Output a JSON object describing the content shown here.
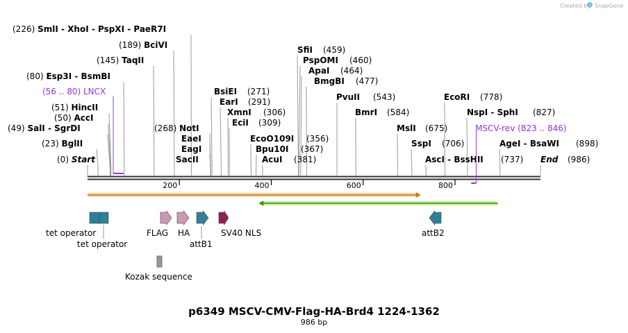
{
  "header": {
    "credit": "Created by",
    "brand": "SnapGene"
  },
  "plasmid": {
    "name": "p6349 MSCV-CMV-Flag-HA-Brd4 1224-1362",
    "size_label": "986 bp",
    "length": 986
  },
  "colors": {
    "backbone": "#333333",
    "site_line": "#999999",
    "primer": "#9b30d9",
    "arrow_orange_fill": "#f7d8a6",
    "arrow_orange_stroke": "#c8711a",
    "arrow_green_fill": "#c4ec96",
    "arrow_green_stroke": "#3d8d1a",
    "feature_teal": "#2e7f9a",
    "feature_pink": "#cb98b5",
    "feature_maroon": "#8b2252",
    "feature_grey": "#8e99a3"
  },
  "scale": {
    "ticks": [
      "200",
      "400",
      "600",
      "800"
    ]
  },
  "sites": [
    {
      "name": "Start",
      "pos": "(0)",
      "pos_first": true,
      "italic": true,
      "bp": 0
    },
    {
      "name": "BglII",
      "pos": "(23)",
      "pos_first": true,
      "bp": 23
    },
    {
      "name": "SalI - SgrDI",
      "pos": "(49)",
      "pos_first": true,
      "bp": 49
    },
    {
      "name": "AccI",
      "pos": "(50)",
      "pos_first": true,
      "bp": 50
    },
    {
      "name": "HincII",
      "pos": "(51)",
      "pos_first": true,
      "bp": 51
    },
    {
      "name": "Esp3I - BsmBI",
      "pos": "(80)",
      "pos_first": true,
      "bp": 80
    },
    {
      "name": "TaqII",
      "pos": "(145)",
      "pos_first": true,
      "bp": 145
    },
    {
      "name": "BciVI",
      "pos": "(189)",
      "pos_first": true,
      "bp": 189
    },
    {
      "name": "SmlI - XhoI - PspXI - PaeR7I",
      "pos": "(226)",
      "pos_first": true,
      "bp": 226
    },
    {
      "name": "NotI",
      "pos": "(268)",
      "pos_first": true,
      "bp": 268
    },
    {
      "name": "EaeI",
      "pos": "",
      "bp": 268
    },
    {
      "name": "EagI",
      "pos": "",
      "bp": 268
    },
    {
      "name": "SacII",
      "pos": "",
      "bp": 268
    },
    {
      "name": "BsiEI",
      "pos": "(271)",
      "bp": 271
    },
    {
      "name": "EarI",
      "pos": "(291)",
      "bp": 291
    },
    {
      "name": "XmnI",
      "pos": "(306)",
      "bp": 306
    },
    {
      "name": "EciI",
      "pos": "(309)",
      "bp": 309
    },
    {
      "name": "EcoO109I",
      "pos": "(356)",
      "bp": 356
    },
    {
      "name": "Bpu10I",
      "pos": "(367)",
      "bp": 367
    },
    {
      "name": "AcuI",
      "pos": "(381)",
      "bp": 381
    },
    {
      "name": "SfiI",
      "pos": "(459)",
      "bp": 459
    },
    {
      "name": "PspOMI",
      "pos": "(460)",
      "bp": 460
    },
    {
      "name": "ApaI",
      "pos": "(464)",
      "bp": 464
    },
    {
      "name": "BmgBI",
      "pos": "(477)",
      "bp": 477
    },
    {
      "name": "PvuII",
      "pos": "(543)",
      "bp": 543
    },
    {
      "name": "BmrI",
      "pos": "(584)",
      "bp": 584
    },
    {
      "name": "MslI",
      "pos": "(675)",
      "bp": 675
    },
    {
      "name": "SspI",
      "pos": "(706)",
      "bp": 706
    },
    {
      "name": "AscI - BssHII",
      "pos": "(737)",
      "bp": 737
    },
    {
      "name": "EcoRI",
      "pos": "(778)",
      "bp": 778
    },
    {
      "name": "NspI - SphI",
      "pos": "(827)",
      "bp": 827
    },
    {
      "name": "AgeI - BsaWI",
      "pos": "(898)",
      "bp": 898
    },
    {
      "name": "End",
      "pos": "(986)",
      "italic": true,
      "bp": 986
    }
  ],
  "primers": [
    {
      "label": "(56 .. 80)  LNCX",
      "start": 56,
      "end": 80,
      "strand": "top"
    },
    {
      "label": "MSCV-rev  (823 .. 846)",
      "start": 823,
      "end": 846,
      "strand": "bottom"
    }
  ],
  "arrows": [
    {
      "start": 0,
      "end": 724,
      "dir": "right",
      "color": "orange"
    },
    {
      "start": 374,
      "end": 893,
      "dir": "left",
      "color": "green"
    }
  ],
  "features": [
    {
      "label": "tet operator",
      "type": "box",
      "color": "teal",
      "bp": 3
    },
    {
      "label": "tet operator",
      "type": "box",
      "color": "teal",
      "bp": 24
    },
    {
      "label": "FLAG",
      "type": "arrow-right",
      "color": "pink",
      "bp": 158
    },
    {
      "label": "HA",
      "type": "arrow-right",
      "color": "pink",
      "bp": 197
    },
    {
      "label": "attB1",
      "type": "arrow-right",
      "color": "teal",
      "bp": 240
    },
    {
      "label": "SV40 NLS",
      "type": "arrow-right",
      "color": "maroon",
      "bp": 288
    },
    {
      "label": "attB2",
      "type": "arrow-left",
      "color": "teal",
      "bp": 745
    },
    {
      "label": "Kozak sequence",
      "type": "small-box",
      "color": "grey",
      "bp": 154
    }
  ]
}
